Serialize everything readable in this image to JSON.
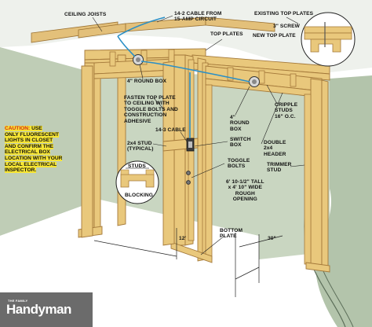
{
  "labels": {
    "ceiling_joists": "CEILING JOISTS",
    "cable_15amp": "14-2 CABLE FROM\n15-AMP CIRCUIT",
    "existing_top_plates": "EXISTING TOP PLATES",
    "screw": "3\" SCREW",
    "new_top_plate": "NEW TOP PLATE",
    "top_plates": "TOP PLATES",
    "round_box_4in": "4\" ROUND BOX",
    "fasten_top_plate": "FASTEN TOP PLATE\nTO CEILING WITH\nTOGGLE BOLTS AND\nCONSTRUCTION\nADHESIVE",
    "round_box_4in_right": "4\"\nROUND\nBOX",
    "cripple_studs": "CRIPPLE\nSTUDS\n16\" O.C.",
    "cable_14_3": "14-3 CABLE",
    "stud_2x4": "2x4 STUD\n(TYPICAL)",
    "switch_box": "SWITCH\nBOX",
    "double_header": "DOUBLE\n2x4\nHEADER",
    "toggle_bolts": "TOGGLE\nBOLTS",
    "trimmer_stud": "TRIMMER\nSTUD",
    "studs": "STUDS",
    "blocking": "BLOCKING",
    "rough_opening": "6' 10-1/2\" TALL\nx 4' 10\" WIDE\nROUGH\nOPENING",
    "bottom_plate": "BOTTOM\nPLATE",
    "dim_12ft": "12'",
    "dim_30in": "30\""
  },
  "caution": {
    "heading": "CAUTION:",
    "line1": " USE",
    "body": "ONLY FLUORESCENT\nLIGHTS IN CLOSET\nAND CONFIRM THE\nELECTRICAL BOX\nLOCATION WITH YOUR\nLOCAL ELECTRICAL\nINSPECTOR."
  },
  "brand": {
    "small": "THE FAMILY",
    "name": "Handyman"
  },
  "colors": {
    "wood": "#e9c87c",
    "wood_edge": "#a4793a",
    "wall": "#c9d6c1",
    "wall_dark": "#9fb39a",
    "floor": "#ffffff",
    "cable": "#2a8fc6",
    "caution_bg": "#f6e534",
    "caution_text": "#d3241c"
  }
}
